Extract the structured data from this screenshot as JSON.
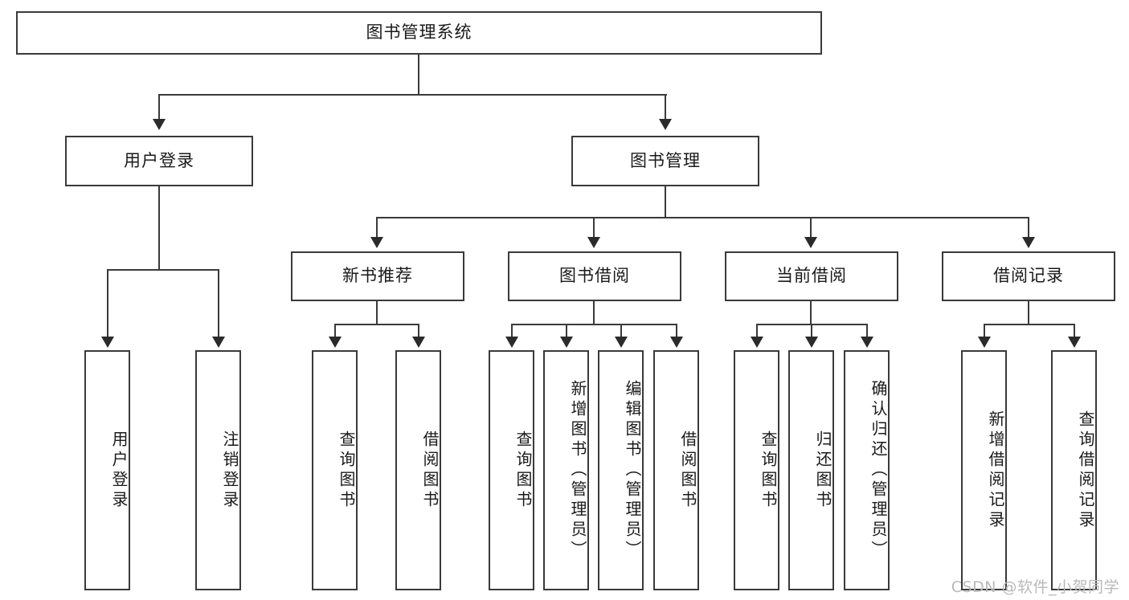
{
  "diagram": {
    "type": "tree-hierarchy",
    "title": "图书管理系统",
    "watermark": "CSDN @软件_小贺同学",
    "colors": {
      "box_border": "#3a3a3a",
      "box_fill": "#ffffff",
      "line": "#3a3a3a",
      "text": "#1a1a1a",
      "watermark": "#b9b9b9"
    },
    "levels": {
      "root": {
        "label": "图书管理系统"
      },
      "level2": [
        {
          "label": "用户登录"
        },
        {
          "label": "图书管理"
        }
      ],
      "level3": [
        {
          "label": "新书推荐"
        },
        {
          "label": "图书借阅"
        },
        {
          "label": "当前借阅"
        },
        {
          "label": "借阅记录"
        }
      ]
    },
    "leaves": {
      "user_login": [
        {
          "label": "用户登录"
        },
        {
          "label": "注销登录"
        }
      ],
      "new_book_recommend": [
        {
          "label": "查询图书"
        },
        {
          "label": "借阅图书"
        }
      ],
      "book_borrow": [
        {
          "label": "查询图书"
        },
        {
          "label": "新增图书（管理员）"
        },
        {
          "label": "编辑图书（管理员）"
        },
        {
          "label": "借阅图书"
        }
      ],
      "current_borrow": [
        {
          "label": "查询图书"
        },
        {
          "label": "归还图书"
        },
        {
          "label": "确认归还（管理员）"
        }
      ],
      "borrow_record": [
        {
          "label": "新增借阅记录"
        },
        {
          "label": "查询借阅记录"
        }
      ]
    }
  }
}
